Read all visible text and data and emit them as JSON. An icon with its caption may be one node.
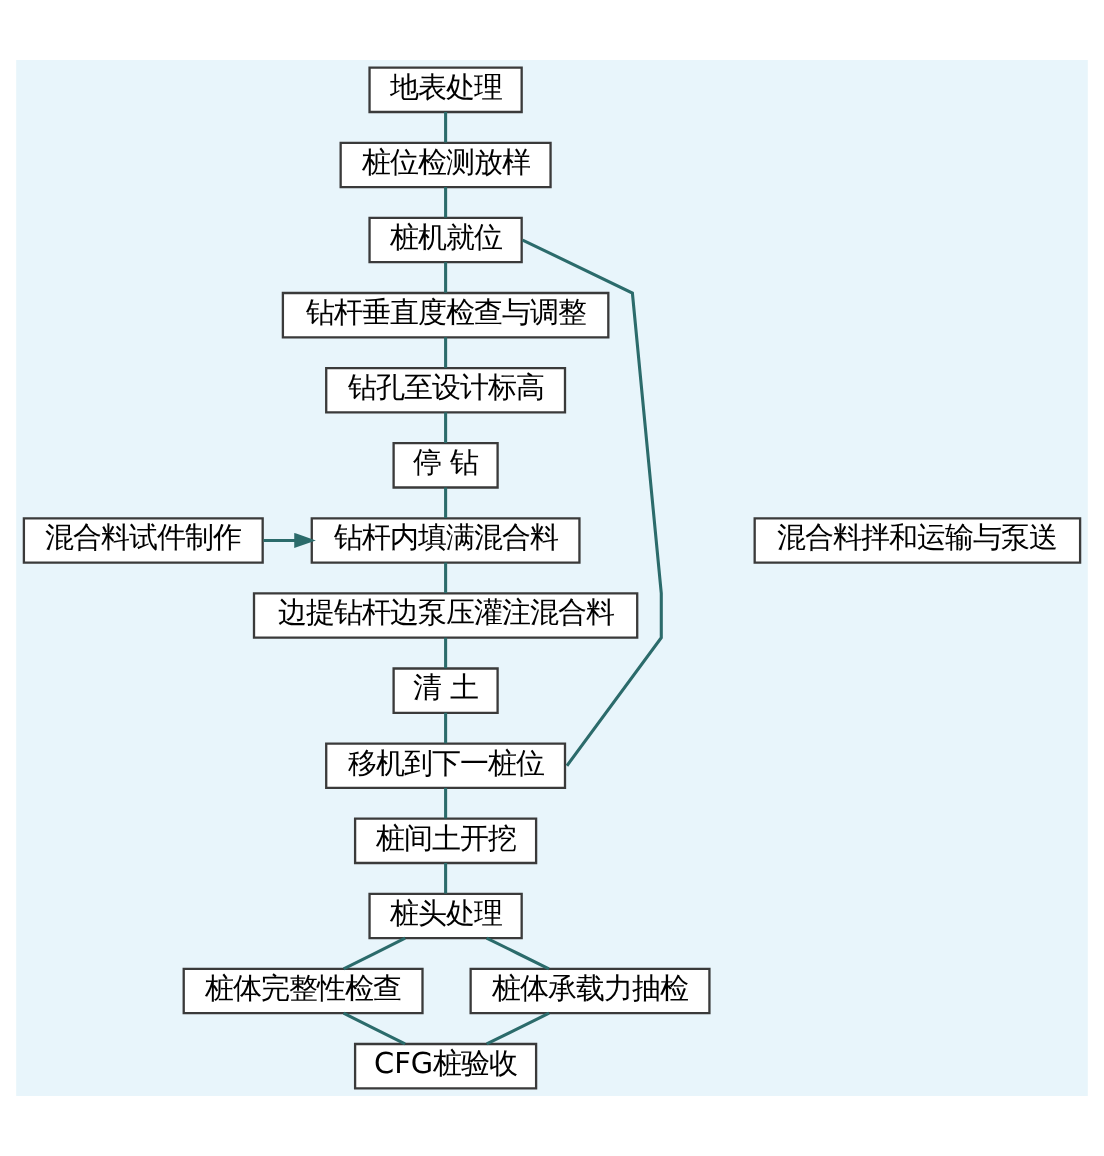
{
  "diagram": {
    "nodes": [
      {
        "text": [
          "地表处理"
        ]
      },
      {
        "text": [
          "桩位检测放样"
        ]
      },
      {
        "text": [
          "桩机就位"
        ]
      },
      {
        "text": [
          "钻杆垂直度检查与调整"
        ]
      },
      {
        "text": [
          "钻孔至设计标高"
        ]
      },
      {
        "text": [
          "停 钻"
        ]
      },
      {
        "text": [
          "混合料试件制作"
        ]
      },
      {
        "text": [
          "钻杆内填满混合料"
        ]
      },
      {
        "text": [
          "混合料拌和运输与泵送"
        ]
      },
      {
        "text": [
          "边提钻杆边泵压灌注混合料"
        ]
      },
      {
        "text": [
          "清 土"
        ]
      },
      {
        "text": [
          "移机到下一桩位"
        ]
      },
      {
        "text": [
          "桩间土开挖"
        ]
      },
      {
        "text": [
          "桩头处理"
        ]
      },
      {
        "text": [
          "桩体完整性检查"
        ]
      },
      {
        "text": [
          "桩体承载力抽检"
        ]
      },
      {
        "text": [
          "CFG桩验收"
        ]
      }
    ],
    "edges": [
      {
        "from": 0,
        "to": 1,
        "arrow": "none"
      },
      {
        "from": 1,
        "to": 2,
        "arrow": "none"
      },
      {
        "from": 2,
        "to": 3,
        "arrow": "none"
      },
      {
        "from": 3,
        "to": 4,
        "arrow": "none"
      },
      {
        "from": 4,
        "to": 5,
        "arrow": "none"
      },
      {
        "from": 5,
        "to": 7,
        "arrow": "none"
      },
      {
        "from": 6,
        "to": 7,
        "arrow": "to"
      },
      {
        "from": 7,
        "to": 9,
        "arrow": "none"
      },
      {
        "from": 9,
        "to": 10,
        "arrow": "none"
      },
      {
        "from": 10,
        "to": 11,
        "arrow": "none"
      },
      {
        "from": 11,
        "to": 2,
        "arrow": "none"
      },
      {
        "from": 11,
        "to": 12,
        "arrow": "none"
      },
      {
        "from": 12,
        "to": 13,
        "arrow": "none"
      },
      {
        "from": 13,
        "to": 14,
        "arrow": "none"
      },
      {
        "from": 13,
        "to": 15,
        "arrow": "none"
      },
      {
        "from": 14,
        "to": 16,
        "arrow": "none"
      },
      {
        "from": 15,
        "to": 16,
        "arrow": "none"
      }
    ]
  }
}
